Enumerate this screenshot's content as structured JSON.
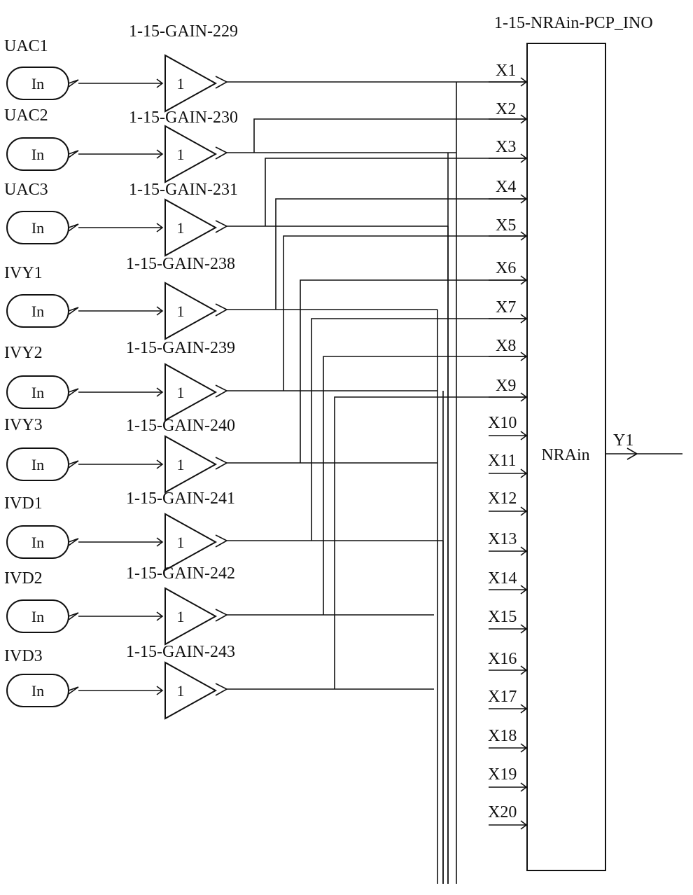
{
  "inputs": [
    {
      "label": "UAC1",
      "port_text": "In",
      "gain_name": "1-15-GAIN-229",
      "gain_value": "1"
    },
    {
      "label": "UAC2",
      "port_text": "In",
      "gain_name": "1-15-GAIN-230",
      "gain_value": "1"
    },
    {
      "label": "UAC3",
      "port_text": "In",
      "gain_name": "1-15-GAIN-231",
      "gain_value": "1"
    },
    {
      "label": "IVY1",
      "port_text": "In",
      "gain_name": "1-15-GAIN-238",
      "gain_value": "1"
    },
    {
      "label": "IVY2",
      "port_text": "In",
      "gain_name": "1-15-GAIN-239",
      "gain_value": "1"
    },
    {
      "label": "IVY3",
      "port_text": "In",
      "gain_name": "1-15-GAIN-240",
      "gain_value": "1"
    },
    {
      "label": "IVD1",
      "port_text": "In",
      "gain_name": "1-15-GAIN-241",
      "gain_value": "1"
    },
    {
      "label": "IVD2",
      "port_text": "In",
      "gain_name": "1-15-GAIN-242",
      "gain_value": "1"
    },
    {
      "label": "IVD3",
      "port_text": "In",
      "gain_name": "1-15-GAIN-243",
      "gain_value": "1"
    }
  ],
  "block": {
    "title": "1-15-NRAin-PCP_INO",
    "name": "NRAin",
    "input_ports": [
      "X1",
      "X2",
      "X3",
      "X4",
      "X5",
      "X6",
      "X7",
      "X8",
      "X9",
      "X10",
      "X11",
      "X12",
      "X13",
      "X14",
      "X15",
      "X16",
      "X17",
      "X18",
      "X19",
      "X20"
    ],
    "output_port": "Y1"
  }
}
